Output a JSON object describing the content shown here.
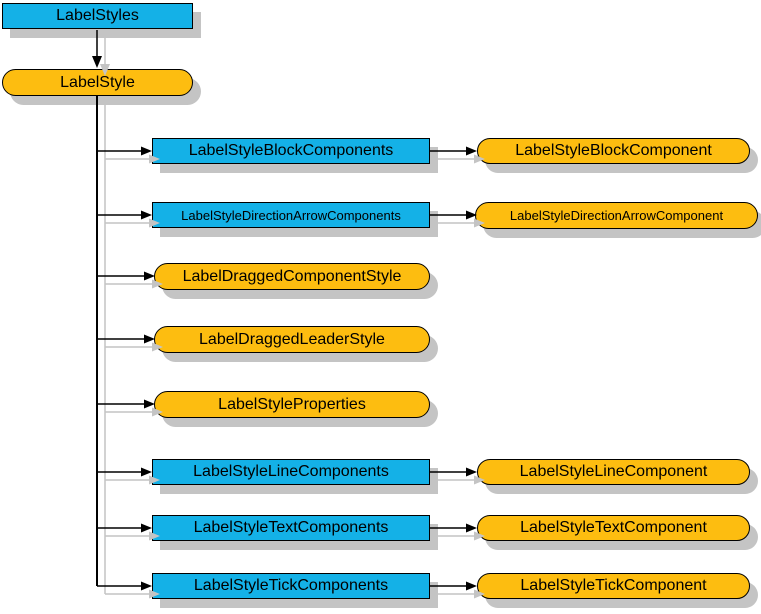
{
  "palette": {
    "node_fill_blue": "#14B1E7",
    "node_fill_orange": "#FDBD10",
    "shadow": "#C4C4C4",
    "line_black": "#000000",
    "border": "#000000",
    "background": "#FFFFFF"
  },
  "nodes": {
    "root": {
      "label": "LabelStyles",
      "shape": "rect"
    },
    "parent": {
      "label": "LabelStyle",
      "shape": "pill"
    },
    "rows": [
      {
        "label": "LabelStyleBlockComponents",
        "shape": "rect",
        "child": "LabelStyleBlockComponent"
      },
      {
        "label": "LabelStyleDirectionArrowComponents",
        "shape": "rect",
        "child": "LabelStyleDirectionArrowComponent"
      },
      {
        "label": "LabelDraggedComponentStyle",
        "shape": "pill"
      },
      {
        "label": "LabelDraggedLeaderStyle",
        "shape": "pill"
      },
      {
        "label": "LabelStyleProperties",
        "shape": "pill"
      },
      {
        "label": "LabelStyleLineComponents",
        "shape": "rect",
        "child": "LabelStyleLineComponent"
      },
      {
        "label": "LabelStyleTextComponents",
        "shape": "rect",
        "child": "LabelStyleTextComponent"
      },
      {
        "label": "LabelStyleTickComponents",
        "shape": "rect",
        "child": "LabelStyleTickComponent"
      }
    ]
  }
}
